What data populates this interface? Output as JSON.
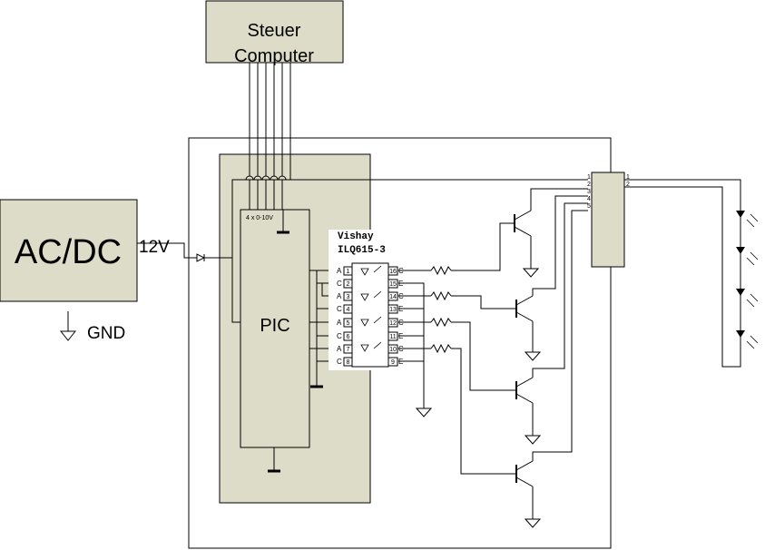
{
  "blocks": {
    "steuer": {
      "line1": "Steuer",
      "line2": "Computer"
    },
    "acdc": {
      "label": "AC/DC"
    },
    "pic": {
      "label": "PIC",
      "input_note": "4 x 0-10V"
    }
  },
  "labels": {
    "supply_voltage": "12V",
    "ground": "GND",
    "opto_vendor": "Vishay",
    "opto_part": "ILQ615-3"
  },
  "opto_pins": {
    "left": [
      {
        "type": "A",
        "num": "1"
      },
      {
        "type": "C",
        "num": "2"
      },
      {
        "type": "A",
        "num": "3"
      },
      {
        "type": "C",
        "num": "4"
      },
      {
        "type": "A",
        "num": "5"
      },
      {
        "type": "C",
        "num": "6"
      },
      {
        "type": "A",
        "num": "7"
      },
      {
        "type": "C",
        "num": "8"
      }
    ],
    "right": [
      {
        "num": "16",
        "type": "C"
      },
      {
        "num": "15",
        "type": "E"
      },
      {
        "num": "14",
        "type": "C"
      },
      {
        "num": "13",
        "type": "E"
      },
      {
        "num": "12",
        "type": "C"
      },
      {
        "num": "11",
        "type": "E"
      },
      {
        "num": "10",
        "type": "C"
      },
      {
        "num": "9",
        "type": "E"
      }
    ]
  },
  "connector": {
    "left_pins": [
      "1",
      "2",
      "3",
      "4",
      "5"
    ],
    "right_pins": [
      "1",
      "2"
    ]
  }
}
